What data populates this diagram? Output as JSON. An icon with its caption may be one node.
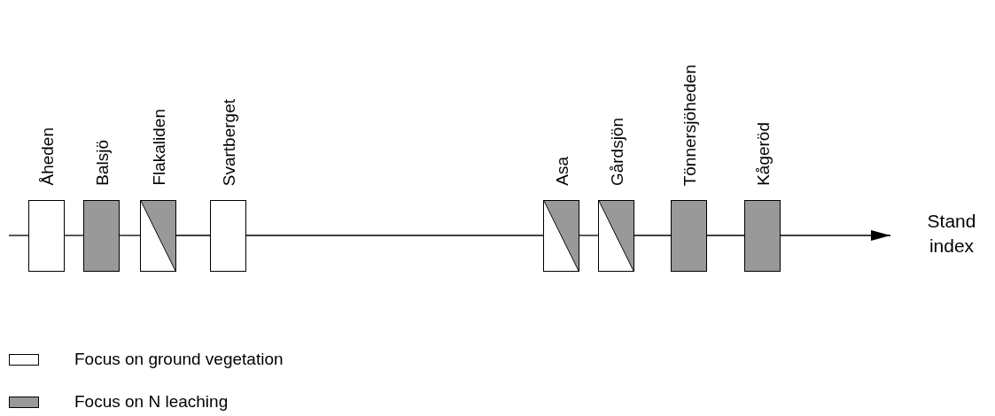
{
  "diagram": {
    "nodes": [
      {
        "text": [],
        "shape": "box",
        "beside": [
          "Åheden"
        ]
      },
      {
        "text": [],
        "shape": "box",
        "beside": [
          "Balsjö"
        ]
      },
      {
        "text": [],
        "shape": "box",
        "beside": [
          "Flakaliden"
        ]
      },
      {
        "text": [],
        "shape": "box",
        "beside": [
          "Svartberget"
        ]
      },
      {
        "text": [],
        "shape": "box",
        "beside": [
          "Asa"
        ]
      },
      {
        "text": [],
        "shape": "box",
        "beside": [
          "Gårdsjön"
        ]
      },
      {
        "text": [],
        "shape": "box",
        "beside": [
          "Tönnersjöheden"
        ]
      },
      {
        "text": [],
        "shape": "box",
        "beside": [
          "Kågeröd"
        ]
      },
      {
        "text": [
          "Stand index"
        ]
      }
    ],
    "edges": [
      {
        "from": null,
        "to": 0,
        "arrow": "none"
      },
      {
        "from": 0,
        "to": 1,
        "arrow": "none"
      },
      {
        "from": 1,
        "to": 2,
        "arrow": "none"
      },
      {
        "from": 2,
        "to": 3,
        "arrow": "none"
      },
      {
        "from": 3,
        "to": 4,
        "arrow": "none"
      },
      {
        "from": 4,
        "to": 5,
        "arrow": "none"
      },
      {
        "from": 5,
        "to": 6,
        "arrow": "none"
      },
      {
        "from": 6,
        "to": 7,
        "arrow": "none"
      },
      {
        "from": 7,
        "to": 8,
        "arrow": "to"
      }
    ],
    "legend": [
      {
        "text": "Focus on ground vegetation",
        "color": "#ffffff"
      },
      {
        "text": "Focus on N leaching",
        "color": "#999999"
      }
    ]
  }
}
